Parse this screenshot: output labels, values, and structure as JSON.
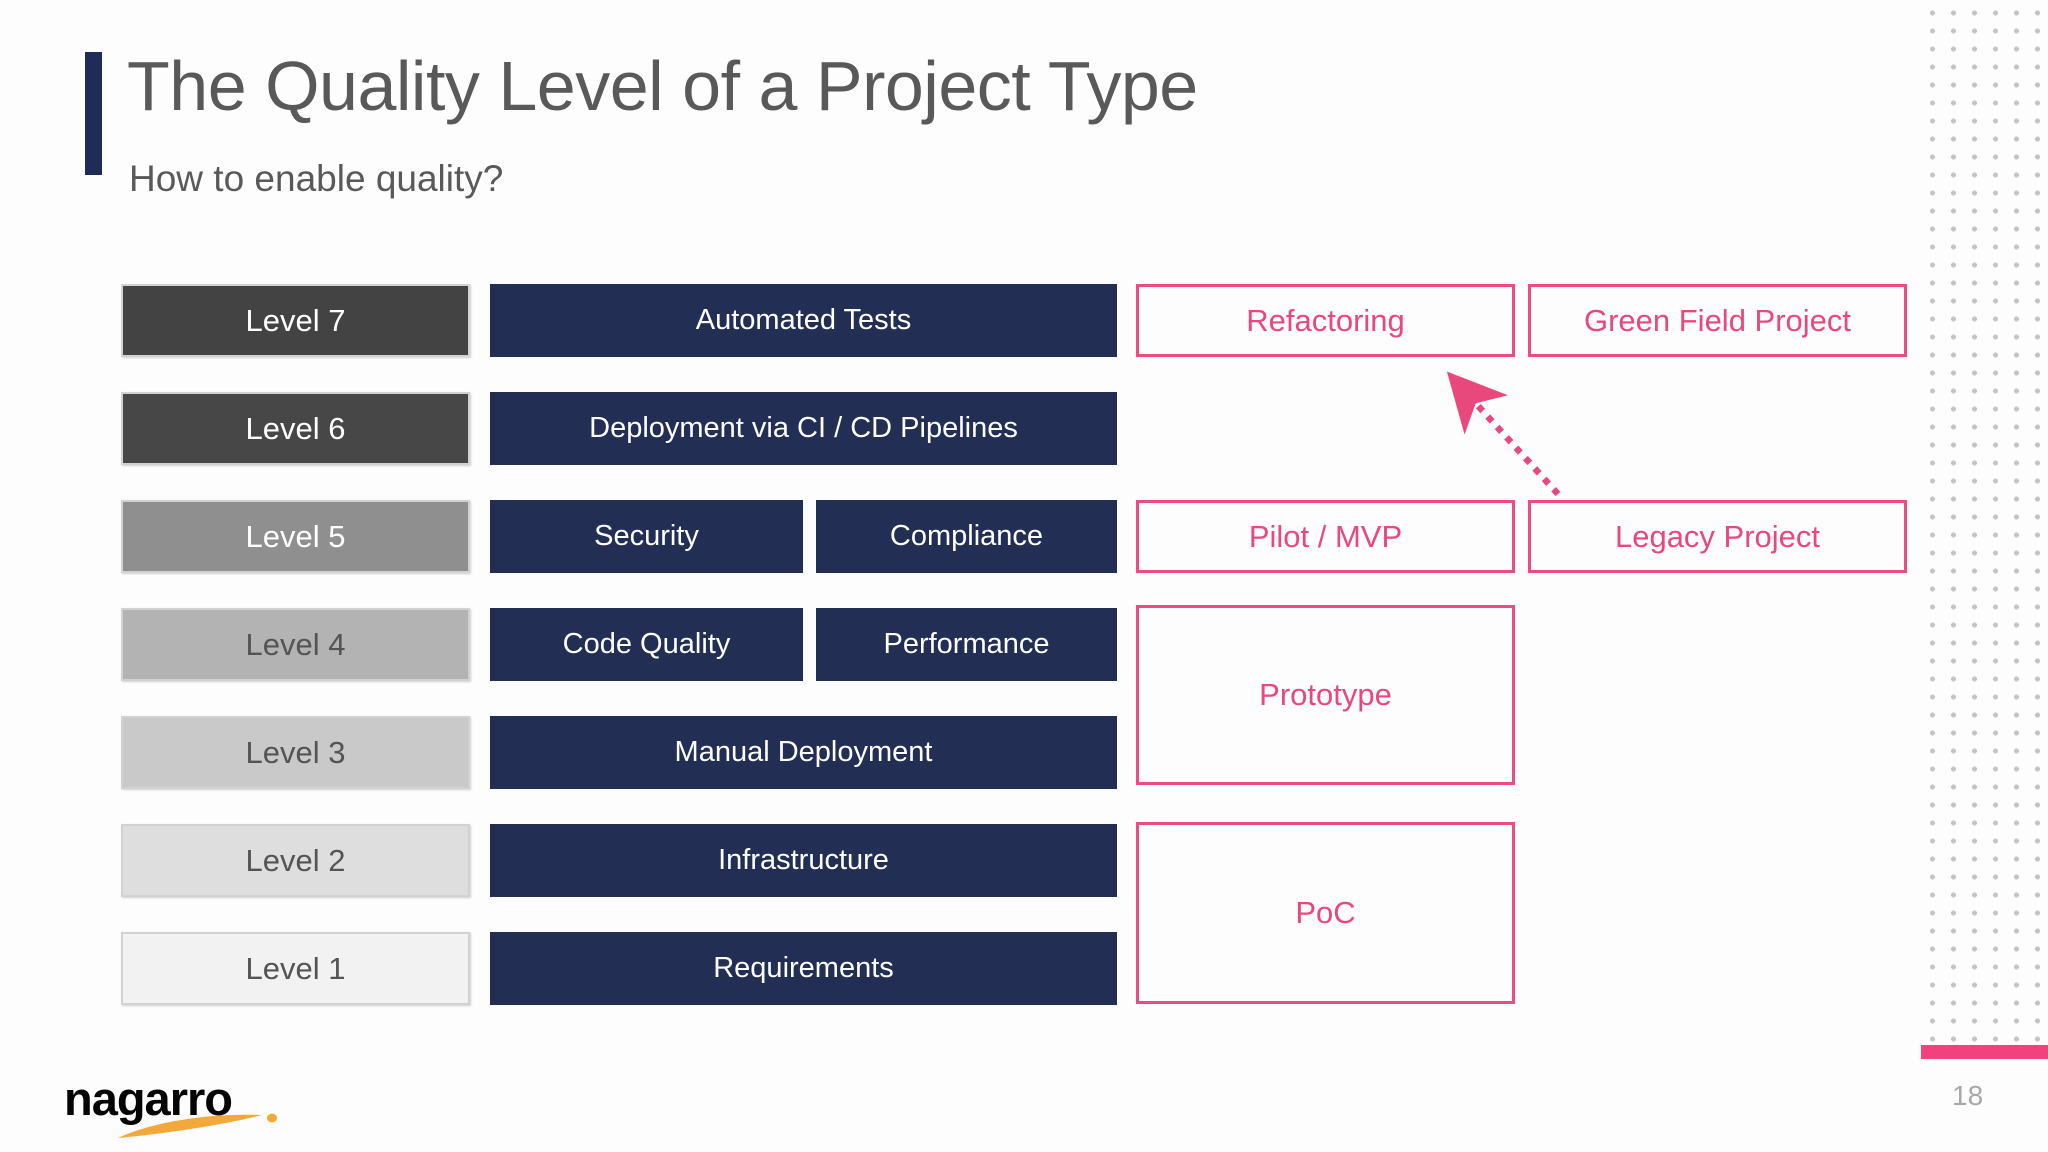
{
  "slide": {
    "title": "The Quality Level of a Project Type",
    "subtitle": "How to enable quality?",
    "page_number": "18"
  },
  "logo": {
    "text": "nagarro"
  },
  "colors": {
    "accent_navy": "#1f2c5a",
    "capability_navy": "#232e55",
    "project_pink_border": "#ec4d80",
    "project_pink_text": "#e9487d",
    "footer_pink_bar": "#f2417c",
    "title_gray": "#595959",
    "dot_pattern_gray": "#c4c4c4",
    "logo_swoosh_orange": "#f3a83c"
  },
  "levels": [
    {
      "label": "Level 7",
      "bg": "#434343",
      "fg": "#ffffff"
    },
    {
      "label": "Level 6",
      "bg": "#474747",
      "fg": "#ffffff"
    },
    {
      "label": "Level 5",
      "bg": "#8f8f8f",
      "fg": "#ffffff"
    },
    {
      "label": "Level 4",
      "bg": "#b3b3b3",
      "fg": "#545454"
    },
    {
      "label": "Level 3",
      "bg": "#c9c9c9",
      "fg": "#545454"
    },
    {
      "label": "Level 2",
      "bg": "#dedede",
      "fg": "#545454"
    },
    {
      "label": "Level 1",
      "bg": "#f2f2f2",
      "fg": "#545454"
    }
  ],
  "capabilities": [
    {
      "label": "Automated Tests"
    },
    {
      "label": "Deployment via CI / CD Pipelines"
    },
    {
      "label": "Security"
    },
    {
      "label": "Compliance"
    },
    {
      "label": "Code Quality"
    },
    {
      "label": "Performance"
    },
    {
      "label": "Manual Deployment"
    },
    {
      "label": "Infrastructure"
    },
    {
      "label": "Requirements"
    }
  ],
  "projects": [
    {
      "label": "Refactoring"
    },
    {
      "label": "Green Field Project"
    },
    {
      "label": "Pilot / MVP"
    },
    {
      "label": "Legacy Project"
    },
    {
      "label": "Prototype"
    },
    {
      "label": "PoC"
    }
  ]
}
